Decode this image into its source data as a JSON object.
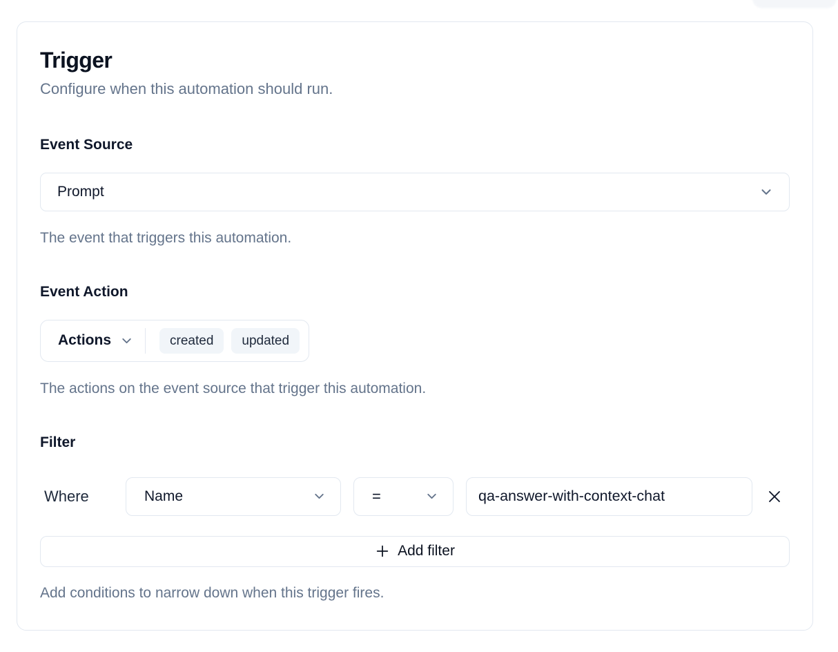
{
  "card": {
    "title": "Trigger",
    "subtitle": "Configure when this automation should run."
  },
  "event_source": {
    "label": "Event Source",
    "selected_value": "Prompt",
    "helper": "The event that triggers this automation."
  },
  "event_action": {
    "label": "Event Action",
    "dropdown_label": "Actions",
    "selected_actions": [
      "created",
      "updated"
    ],
    "helper": "The actions on the event source that trigger this automation."
  },
  "filter": {
    "label": "Filter",
    "where_label": "Where",
    "rows": [
      {
        "field": "Name",
        "operator": "=",
        "value": "qa-answer-with-context-chat"
      }
    ],
    "add_button_label": "Add filter",
    "helper": "Add conditions to narrow down when this trigger fires."
  },
  "icons": {
    "chevron_down": "chevron-down-icon",
    "close": "close-icon",
    "plus": "plus-icon"
  },
  "colors": {
    "border": "#e2e8f0",
    "text_primary": "#0f172a",
    "text_muted": "#64748b",
    "chip_background": "#f1f5f9"
  }
}
